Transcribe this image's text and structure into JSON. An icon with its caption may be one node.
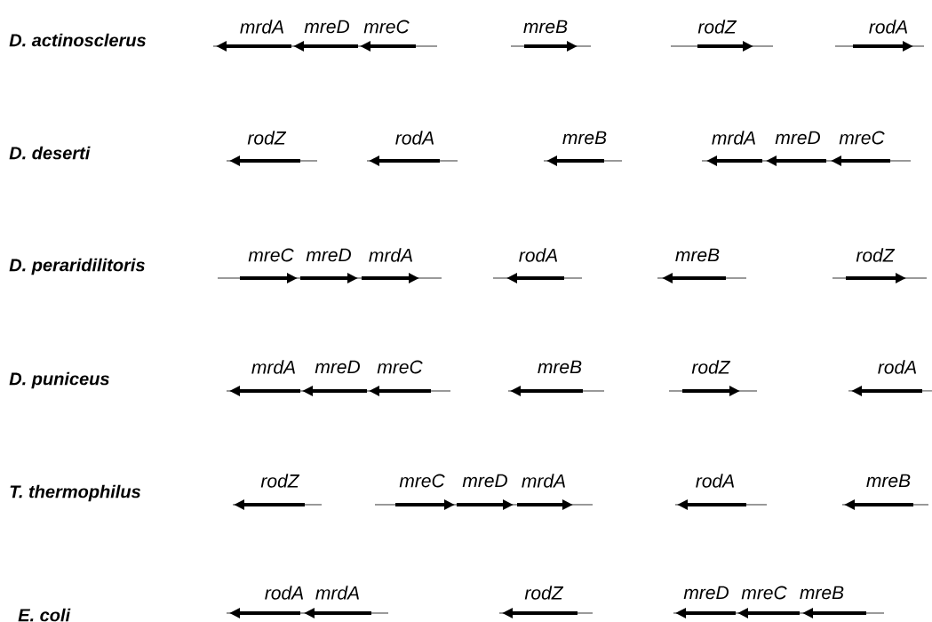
{
  "diagram": {
    "labels": [
      "D. actinosclerus",
      "mrdA",
      "mreD",
      "mreC",
      "mreB",
      "rodZ",
      "rodA",
      "D. deserti",
      "rodZ",
      "rodA",
      "mreB",
      "mrdA",
      "mreD",
      "mreC",
      "D. peraridilitoris",
      "mreC",
      "mreD",
      "mrdA",
      "rodA",
      "mreB",
      "rodZ",
      "D. puniceus",
      "mrdA",
      "mreD",
      "mreC",
      "mreB",
      "rodZ",
      "rodA",
      "T. thermophilus",
      "rodZ",
      "mreC",
      "mreD",
      "mrdA",
      "rodA",
      "mreB",
      "E. coli",
      "rodA",
      "mrdA",
      "rodZ",
      "mreD",
      "mreC",
      "mreB"
    ]
  }
}
